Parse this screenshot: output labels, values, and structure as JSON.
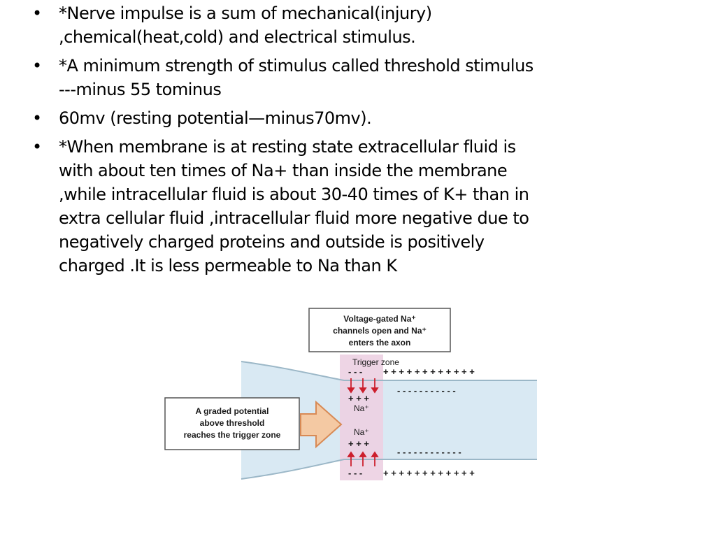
{
  "slide": {
    "bullets": [
      {
        "marker": "•",
        "lines": [
          "*Nerve impulse is a sum of mechanical(injury)",
          ",chemical(heat,cold) and electrical stimulus."
        ]
      },
      {
        "marker": "•",
        "lines": [
          "*A minimum strength of stimulus called threshold stimulus",
          "---minus 55 tominus"
        ]
      },
      {
        "marker": "•",
        "lines": [
          "60mv  (resting potential—minus70mv)."
        ]
      },
      {
        "marker": "•",
        "lines": [
          "*When membrane is at resting state extracellular fluid is",
          "with about ten times of Na+ than inside the membrane",
          ",while intracellular fluid is about 30-40 times of K+ than in",
          "extra cellular fluid ,intracellular fluid more negative due to",
          "negatively charged proteins and outside is positively",
          "charged .It is less permeable to Na than K"
        ]
      }
    ]
  },
  "figure": {
    "callout_top": [
      "Voltage-gated Na⁺",
      "channels open and Na⁺",
      "enters the axon"
    ],
    "callout_left": [
      "A graded potential",
      "above threshold",
      "reaches the trigger zone"
    ],
    "trigger_zone_label": "Trigger zone",
    "top_outer_zone": "- - -",
    "top_outer_rest": "+ + +   + + + + + + + + +",
    "top_inner_rest": "- - - - - - - - - - -",
    "top_inner_zone": "+ + +",
    "na_top": "Na⁺",
    "na_bottom": "Na⁺",
    "bottom_inner_zone": "+ + +",
    "bottom_inner_rest": "- - - - - - - - - - - -",
    "bottom_outer_zone": "- - -",
    "bottom_outer_rest": "+ + +   + + + + + +  + + +",
    "colors": {
      "axon_fill": "#d9e9f3",
      "trigger_zone": "#ecd0e2",
      "arrow_red": "#cc1f2d",
      "pointer_fill": "#f4c9a3",
      "pointer_stroke": "#d88a55"
    }
  }
}
